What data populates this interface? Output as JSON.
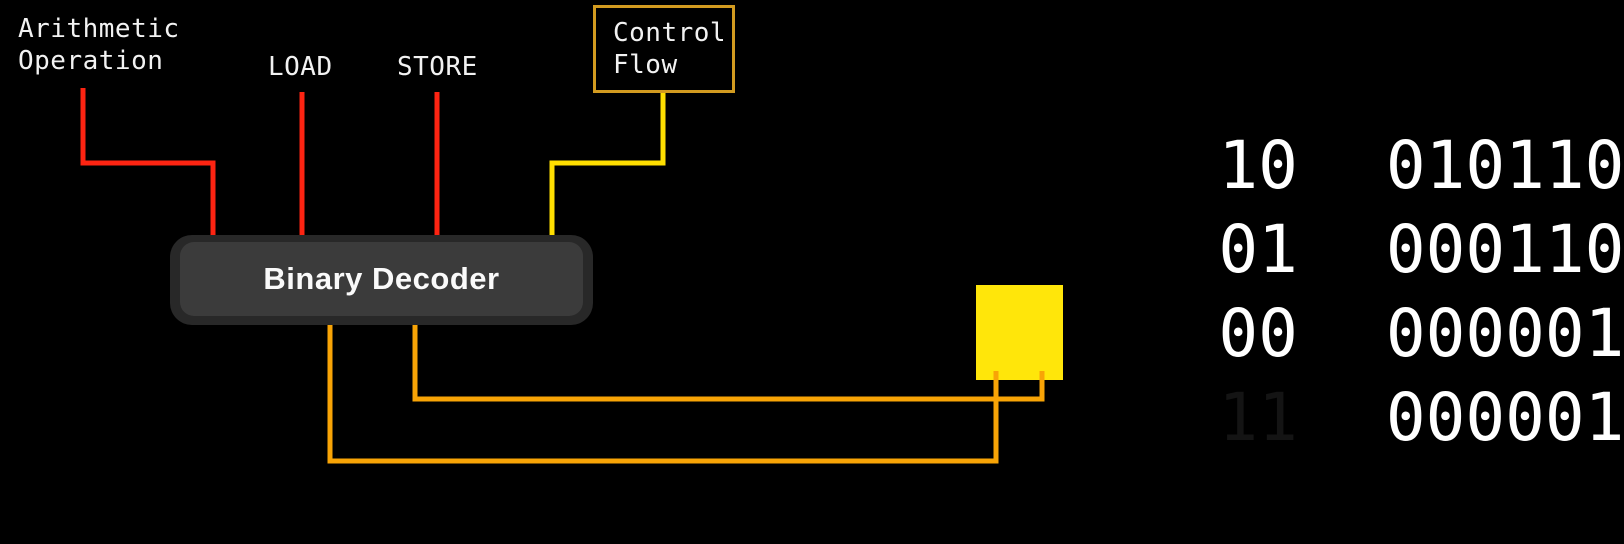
{
  "labels": {
    "arithmetic": "Arithmetic\nOperation",
    "load": "LOAD",
    "store": "STORE",
    "control": "Control\nFlow"
  },
  "decoder": {
    "label": "Binary Decoder"
  },
  "table": {
    "rows": [
      {
        "opcode": "10",
        "operand": "010110",
        "highlighted": false
      },
      {
        "opcode": "01",
        "operand": "000110",
        "highlighted": false
      },
      {
        "opcode": "00",
        "operand": "000001",
        "highlighted": false
      },
      {
        "opcode": "11",
        "operand": "000001",
        "highlighted": true
      }
    ]
  },
  "colors": {
    "background": "#000000",
    "label_text": "#f2f2f2",
    "number_text": "#ffffff",
    "red_wire": "#fd2412",
    "yellow_wire": "#ffdf00",
    "orange_wire": "#f8a406",
    "highlight": "#ffe60a",
    "control_border": "#d29b20",
    "decoder_outer": "#282828",
    "decoder_inner": "#3b3b3b",
    "decoder_text": "#fafafa"
  }
}
